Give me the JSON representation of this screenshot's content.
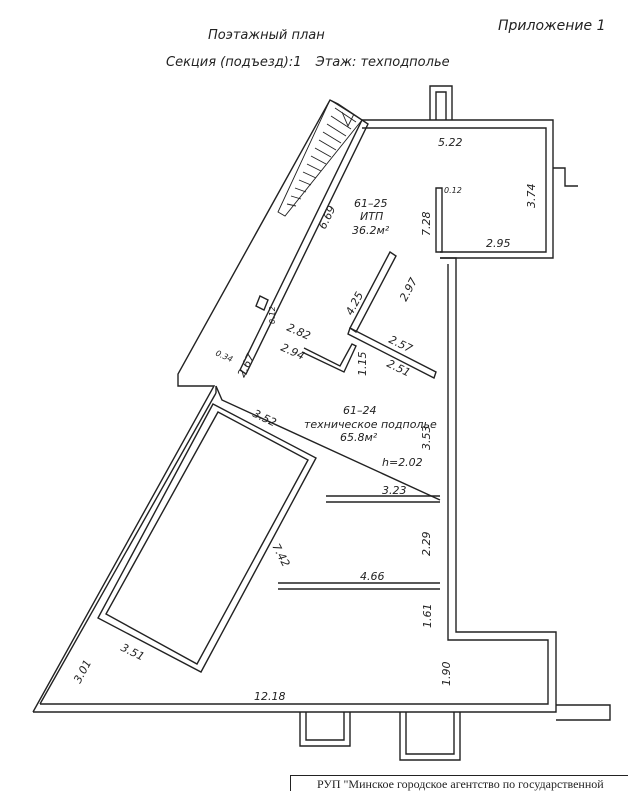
{
  "header": {
    "appendix": "Приложение 1",
    "title": "Поэтажный план",
    "section_label": "Секция (подъезд):1",
    "floor_label": "Этаж: техподполье"
  },
  "rooms": [
    {
      "code": "61–25",
      "name": "ИТП",
      "area": "36.2м²"
    },
    {
      "code": "61–24",
      "name": "техническое подполье",
      "area": "65.8м²",
      "height": "h=2.02"
    }
  ],
  "dimensions": [
    "5.22",
    "3.74",
    "0.12",
    "7.28",
    "2.95",
    "6.69",
    "4.25",
    "2.97",
    "0.12",
    "2.82",
    "2.94",
    "2.57",
    "0.34",
    "2.67",
    "1.15",
    "2.51",
    "3.52",
    "3.53",
    "3.23",
    "7.42",
    "2.29",
    "4.66",
    "1.61",
    "3.01",
    "3.51",
    "1.90",
    "12.18"
  ],
  "footer": {
    "agency": "РУП \"Минское городское агентство по государственной"
  }
}
